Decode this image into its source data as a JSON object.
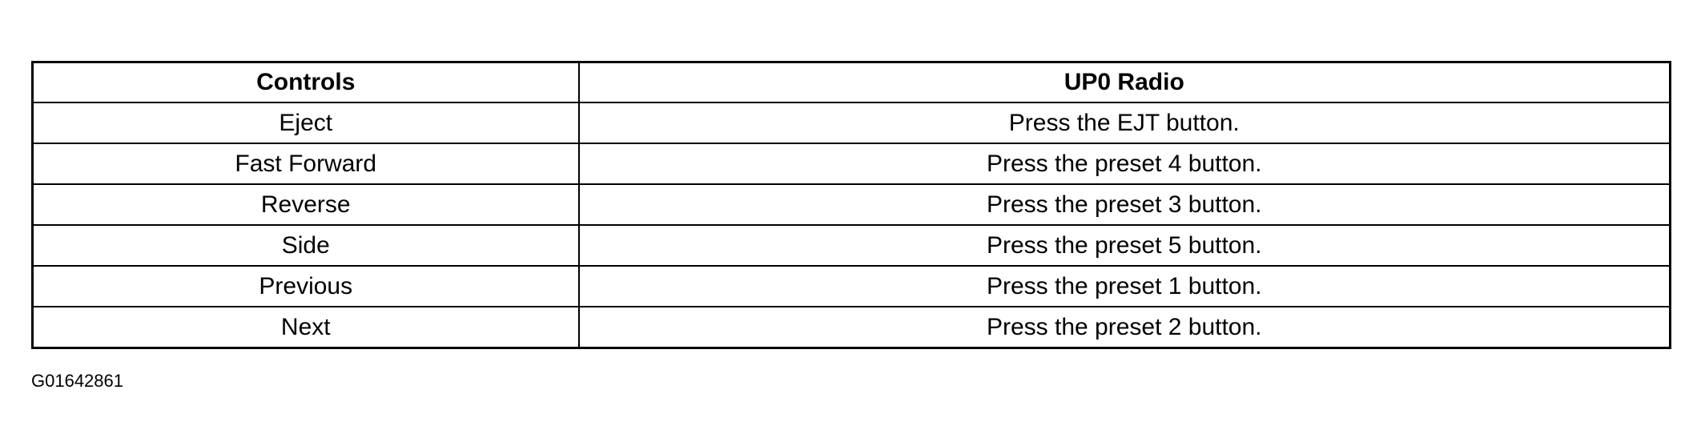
{
  "table": {
    "headers": [
      "Controls",
      "UP0 Radio"
    ],
    "rows": [
      [
        "Eject",
        "Press the EJT button."
      ],
      [
        "Fast Forward",
        "Press the preset 4 button."
      ],
      [
        "Reverse",
        "Press the preset 3 button."
      ],
      [
        "Side",
        "Press the preset 5 button."
      ],
      [
        "Previous",
        "Press the preset 1 button."
      ],
      [
        "Next",
        "Press the preset 2 button."
      ]
    ]
  },
  "figure_id": "G01642861"
}
